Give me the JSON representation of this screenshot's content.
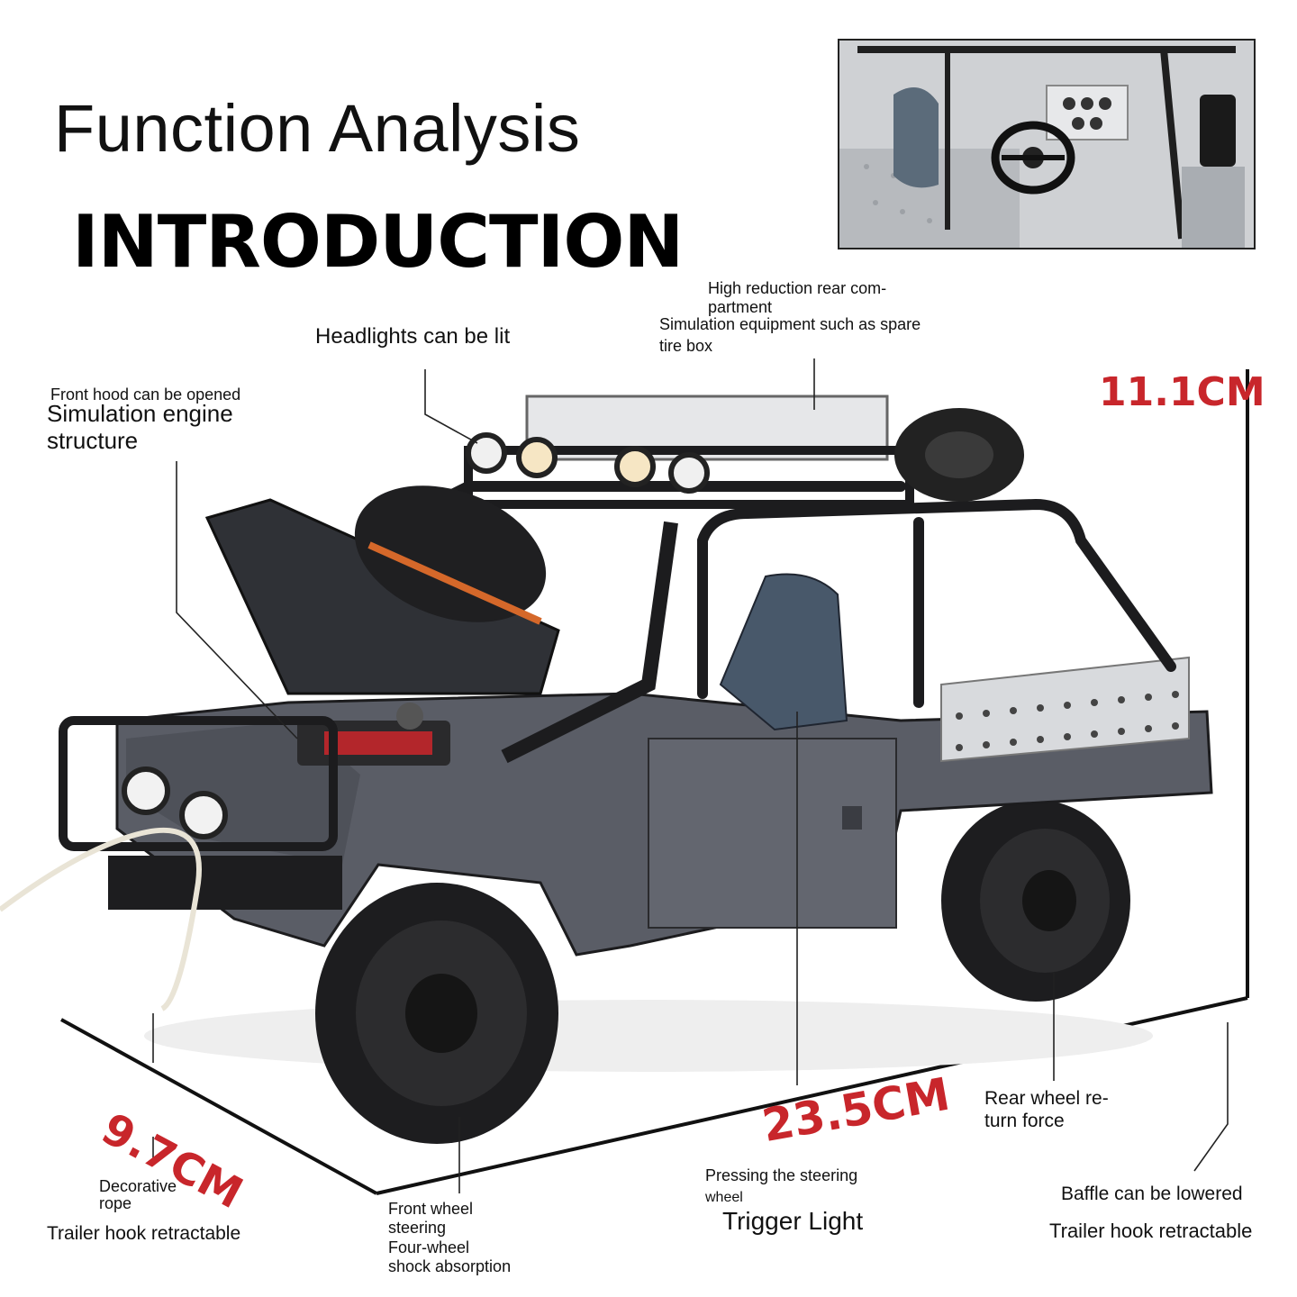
{
  "header": {
    "title_line1": "Function Analysis",
    "title_line2": "INTRODUCTION"
  },
  "callouts": {
    "headlights": "Headlights can be lit",
    "rear_compartment_line1": "High reduction rear com-",
    "rear_compartment_line2": "partment",
    "spare_tire_line1": "Simulation equipment such as spare",
    "spare_tire_line2": "tire box",
    "front_hood_line1": "Front hood can be opened",
    "engine_line1": "Simulation engine",
    "engine_line2": "structure",
    "rear_wheel_line1": "Rear wheel re-",
    "rear_wheel_line2": "turn force",
    "decorative_rope_line1": "Decorative",
    "decorative_rope_line2": "rope",
    "trailer_hook_left": "Trailer hook retractable",
    "front_wheel_line1": "Front wheel",
    "front_wheel_line2": "steering",
    "four_wheel_line1": "Four-wheel",
    "four_wheel_line2": "shock absorption",
    "steering_press_line1": "Pressing the steering",
    "steering_press_line2": "wheel",
    "trigger_light": "Trigger Light",
    "baffle": "Baffle can be lowered",
    "trailer_hook_right": "Trailer hook retractable"
  },
  "dimensions": {
    "height": "11.1CM",
    "width": "9.7CM",
    "length": "23.5CM"
  },
  "colors": {
    "dimension_red": "#c8262b",
    "body_gray": "#5a5d66",
    "frame_black": "#1c1c1e"
  },
  "icons": [
    "engine-icon",
    "headlight-icon",
    "wheel-icon",
    "seat-icon",
    "steering-wheel-icon"
  ]
}
